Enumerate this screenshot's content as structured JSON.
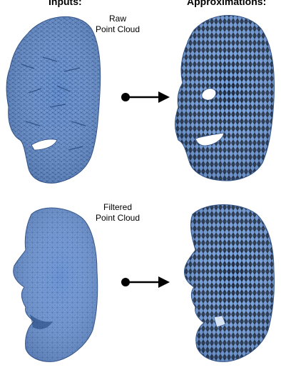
{
  "headings": {
    "inputs": "Inputs:",
    "approximations": "Approximations:"
  },
  "captions": {
    "raw_line1": "Raw",
    "raw_line2": "Point Cloud",
    "filtered_line1": "Filtered",
    "filtered_line2": "Point Cloud"
  },
  "colors": {
    "mesh_fill": "#6f97d6",
    "mesh_line": "#2d4f86",
    "arrow": "#000000"
  }
}
